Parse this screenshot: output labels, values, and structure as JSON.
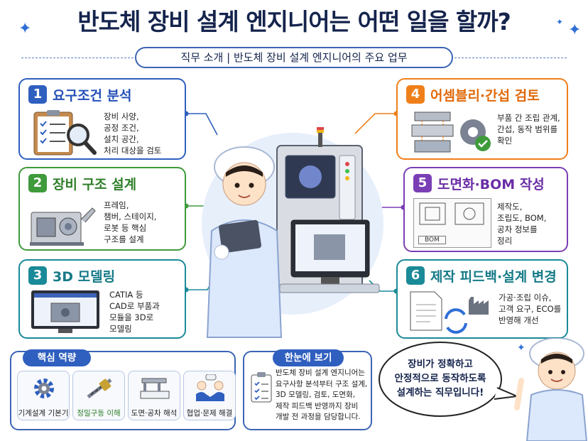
{
  "header": {
    "title": "반도체 장비 설계 엔지니어는 어떤 일을 할까?",
    "subtitle": "직무 소개  |  반도체 장비 설계 엔지니어의 주요 업무"
  },
  "tasks": [
    {
      "number": "1",
      "title": "요구조건 분석",
      "description": "장비 사양,\n공정 조건,\n설치 공간,\n처리 대상을 검토",
      "color": "#2f5fbf"
    },
    {
      "number": "2",
      "title": "장비 구조 설계",
      "description": "프레임,\n챔버, 스테이지,\n로봇 등 핵심\n구조를 설계",
      "color": "#3e9a3a"
    },
    {
      "number": "3",
      "title": "3D 모델링",
      "description": "CATIA 등\nCAD로 부품과\n모듈을 3D로\n모델링",
      "color": "#1a8a98"
    },
    {
      "number": "4",
      "title": "어셈블리·간섭 검토",
      "description": "부품 간 조립 관계,\n간섭, 동작 범위를\n확인",
      "color": "#ef7f1a"
    },
    {
      "number": "5",
      "title": "도면화·BOM 작성",
      "description": "제작도,\n조립도, BOM,\n공차 정보를\n정리",
      "color": "#7b3fb5",
      "drawing_label": "BOM"
    },
    {
      "number": "6",
      "title": "제작 피드백·설계 변경",
      "description": "가공·조립 이슈,\n고객 요구, ECO를\n반영해 개선",
      "color": "#1a8a98"
    }
  ],
  "competencies": {
    "label": "핵심 역량",
    "items": [
      {
        "label": "기계설계 기본기",
        "icon": "gear-icon"
      },
      {
        "label": "정밀구동 이해",
        "icon": "ball-screw-icon"
      },
      {
        "label": "도면·공차 해석",
        "icon": "caliper-icon"
      },
      {
        "label": "협업·문제 해결",
        "icon": "handshake-icon"
      }
    ]
  },
  "glance": {
    "label": "한눈에 보기",
    "text": "반도체 장비 설계 엔지니어는\n요구사항 분석부터 구조 설계,\n3D 모델링, 검토, 도면화,\n제작 피드백 반영까지 장비\n개발 전 과정을 담당합니다."
  },
  "speech": {
    "text": "장비가 정확하고\n안정적으로 동작하도록\n설계하는 직무입니다!"
  },
  "colors": {
    "navy": "#15244d",
    "blue": "#2f5fbf",
    "green": "#3e9a3a",
    "teal": "#1a8a98",
    "orange": "#ef7f1a",
    "purple": "#7b3fb5"
  }
}
